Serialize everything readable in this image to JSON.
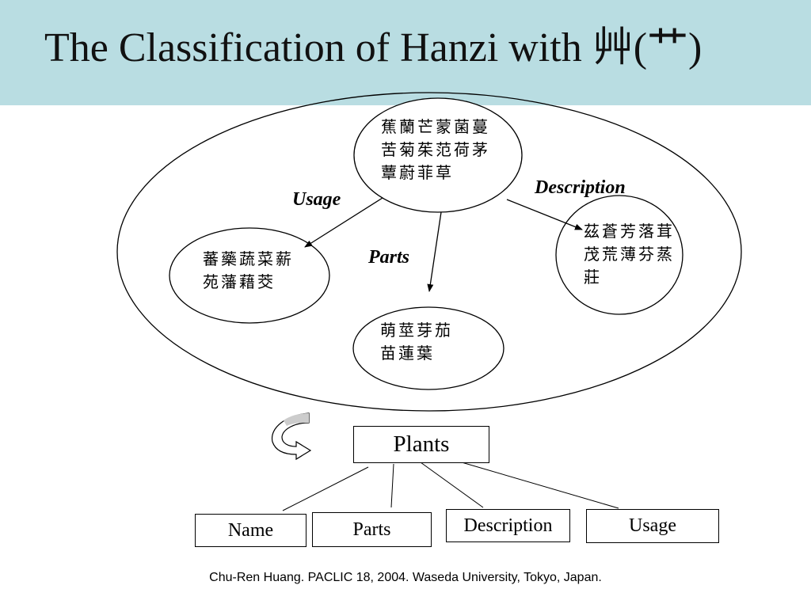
{
  "slide": {
    "title": "The Classification of Hanzi with 艸(艹)",
    "footer": "Chu-Ren Huang. PACLIC 18, 2004. Waseda University, Tokyo, Japan."
  },
  "diagram": {
    "center_group": "蕉蘭芒蒙菌蔓\n苦菊茱范荷茅\n蕈蔚菲草",
    "usage_group": "蕃藥蔬菜薪\n苑藩藉茭",
    "parts_group": "萌莖芽茄\n苗蓮葉",
    "description_group": "茲蒼芳落茸\n茂荒薄芬蒸\n莊",
    "labels": {
      "usage": "Usage",
      "parts": "Parts",
      "description": "Description"
    }
  },
  "tree": {
    "root": "Plants",
    "children": {
      "name": "Name",
      "parts": "Parts",
      "description": "Description",
      "usage": "Usage"
    }
  }
}
